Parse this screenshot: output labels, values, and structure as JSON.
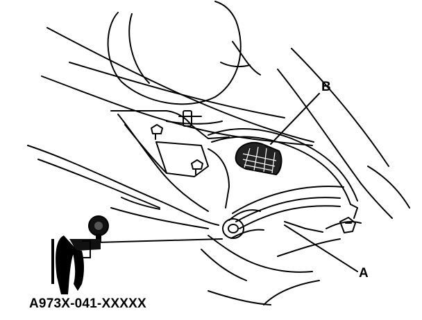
{
  "callouts": {
    "b": "B",
    "a": "A"
  },
  "part_number": "A973X-041-XXXXX",
  "colors": {
    "ink": "#000000",
    "paper": "#ffffff"
  }
}
